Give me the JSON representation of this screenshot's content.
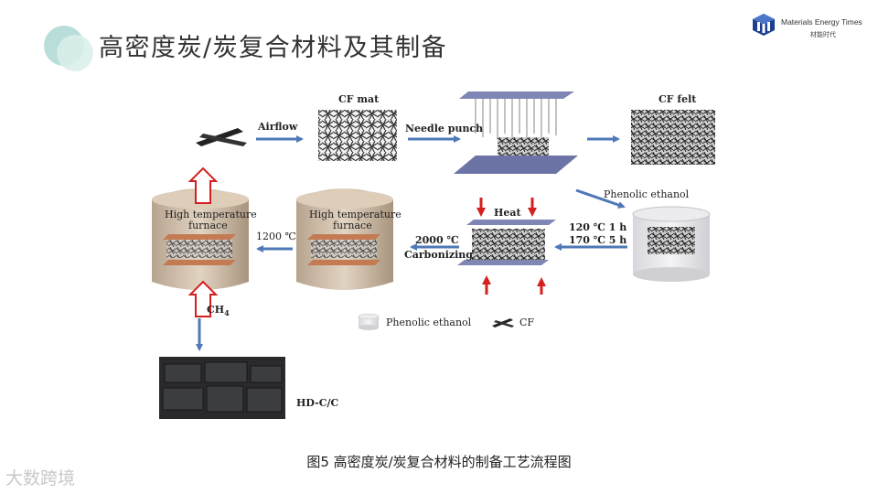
{
  "slide": {
    "title": "高密度炭/炭复合材料及其制备",
    "caption": "图5 高密度炭/炭复合材料的制备工艺流程图"
  },
  "logo": {
    "name": "Materials Energy Times",
    "sub": "材能时代"
  },
  "watermark": {
    "text": "大数跨境"
  },
  "diagram": {
    "airflow": "Airflow",
    "cf_mat": "CF mat",
    "needle_punch": "Needle punch",
    "cf_felt": "CF felt",
    "phenolic_ethanol": "Phenolic ethanol",
    "cure_1": "120 ℃ 1 h",
    "cure_2": "170 ℃ 5 h",
    "heat": "Heat",
    "carb_temp": "2000 ℃",
    "carbonizing": "Carbonizing",
    "furnace_label_1": "High temperature",
    "furnace_label_2": "furnace",
    "cvd_temp": "1200 ℃",
    "ch4_main": "CH",
    "ch4_sub": "4",
    "legend_phenolic": "Phenolic ethanol",
    "legend_cf": "CF",
    "product": "HD-C/C"
  },
  "colors": {
    "arrow_blue": "#4f78b6",
    "arrow_red": "#d42020",
    "furnace": "#c9b6a0",
    "plate": "#7f86b6",
    "accent": "#b9ddd8"
  }
}
